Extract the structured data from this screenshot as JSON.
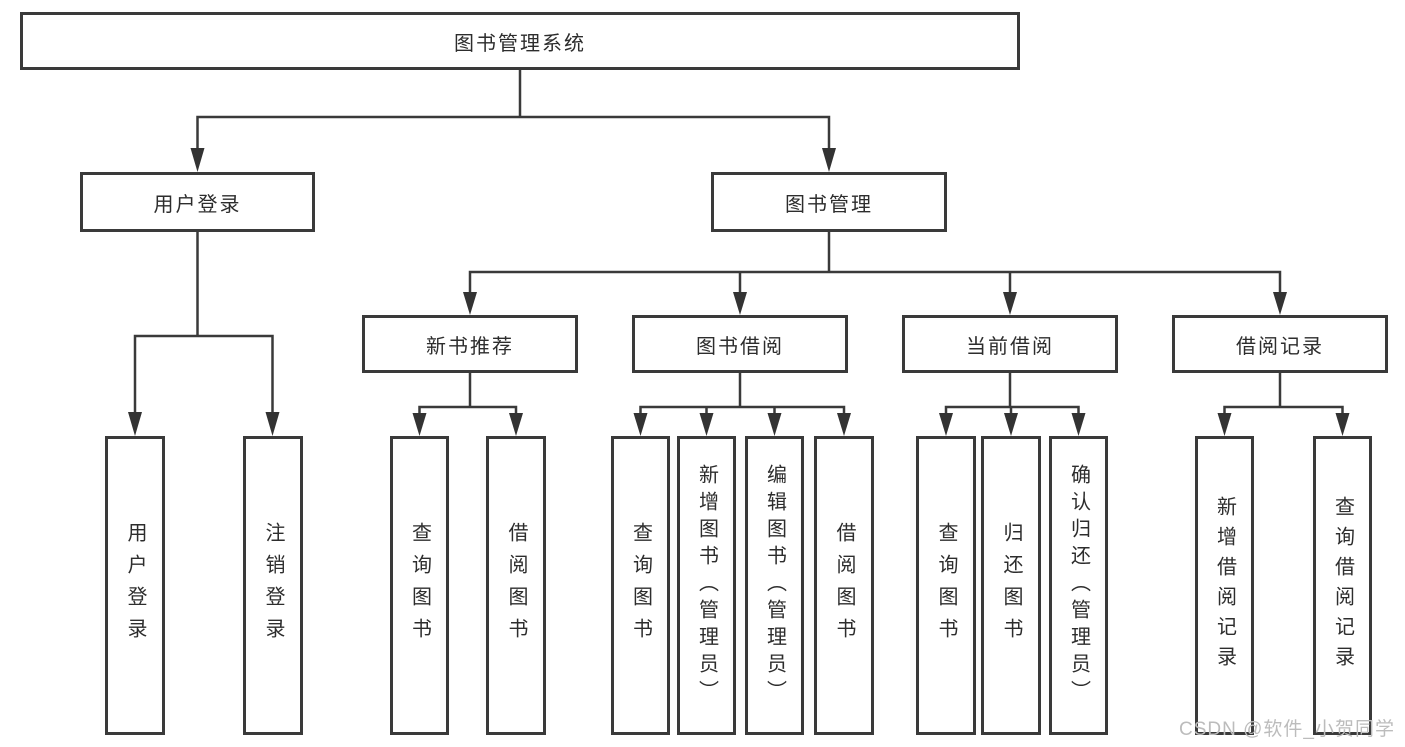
{
  "tree": {
    "root": {
      "label": "图书管理系统",
      "children": [
        {
          "label": "用户登录",
          "children": [
            {
              "label": "用户登录"
            },
            {
              "label": "注销登录"
            }
          ]
        },
        {
          "label": "图书管理",
          "children": [
            {
              "label": "新书推荐",
              "children": [
                {
                  "label": "查询图书"
                },
                {
                  "label": "借阅图书"
                }
              ]
            },
            {
              "label": "图书借阅",
              "children": [
                {
                  "label": "查询图书"
                },
                {
                  "label": "新增图书（管理员）"
                },
                {
                  "label": "编辑图书（管理员）"
                },
                {
                  "label": "借阅图书"
                }
              ]
            },
            {
              "label": "当前借阅",
              "children": [
                {
                  "label": "查询图书"
                },
                {
                  "label": "归还图书"
                },
                {
                  "label": "确认归还（管理员）"
                }
              ]
            },
            {
              "label": "借阅记录",
              "children": [
                {
                  "label": "新增借阅记录"
                },
                {
                  "label": "查询借阅记录"
                }
              ]
            }
          ]
        }
      ]
    }
  },
  "watermark": {
    "text": "CSDN @软件_小贺同学"
  },
  "colors": {
    "line": "#3a3a3a",
    "text": "#2d2d2d",
    "background": "#ffffff",
    "watermark": "#bcbcbc"
  }
}
